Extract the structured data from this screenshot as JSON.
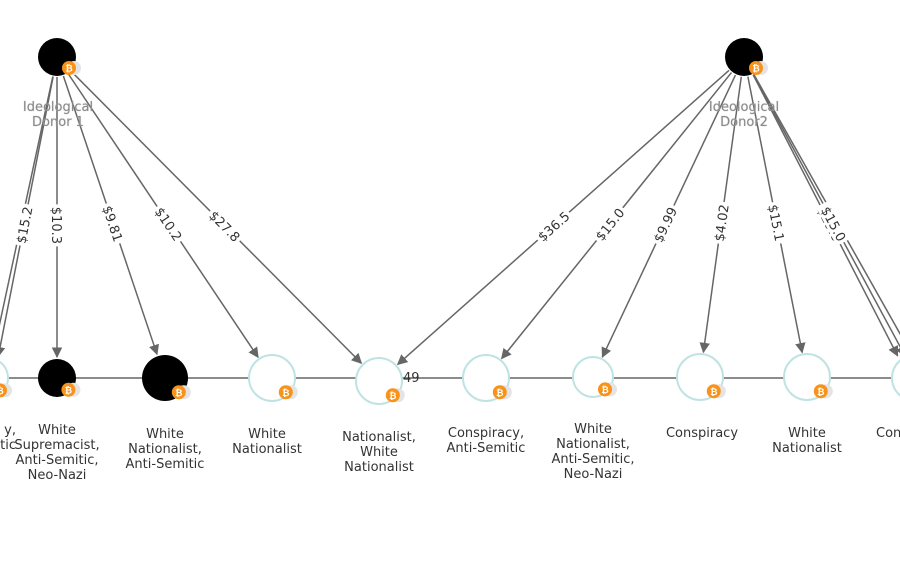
{
  "donors": [
    {
      "id": "donor1",
      "label": "Ideological\nDonor 1"
    },
    {
      "id": "donor2",
      "label": "Ideological\nDonor2"
    }
  ],
  "recipients": [
    {
      "id": "r0",
      "label": "y,\ntic",
      "style": "hollow"
    },
    {
      "id": "r1",
      "label": "White\nSupremacist,\nAnti-Semitic,\nNeo-Nazi",
      "style": "filled"
    },
    {
      "id": "r2",
      "label": "White\nNationalist,\nAnti-Semitic",
      "style": "filled"
    },
    {
      "id": "r3",
      "label": "White\nNationalist",
      "style": "hollow"
    },
    {
      "id": "r4",
      "label": "Nationalist,\nWhite\nNationalist",
      "style": "hollow"
    },
    {
      "id": "r5",
      "label": "Conspiracy,\nAnti-Semitic",
      "style": "hollow"
    },
    {
      "id": "r6",
      "label": "White\nNationalist,\nAnti-Semitic,\nNeo-Nazi",
      "style": "hollow"
    },
    {
      "id": "r7",
      "label": "Conspiracy",
      "style": "hollow"
    },
    {
      "id": "r8",
      "label": "White\nNationalist",
      "style": "hollow"
    },
    {
      "id": "r9",
      "label": "Con",
      "style": "hollow"
    }
  ],
  "donations": [
    {
      "from": "donor1",
      "to": "r0",
      "amount": ""
    },
    {
      "from": "donor1",
      "to": "r0",
      "amount": "$15.2"
    },
    {
      "from": "donor1",
      "to": "r1",
      "amount": "$10.3"
    },
    {
      "from": "donor1",
      "to": "r2",
      "amount": "$9.81"
    },
    {
      "from": "donor1",
      "to": "r3",
      "amount": "$10.2"
    },
    {
      "from": "donor1",
      "to": "r4",
      "amount": "$27.8"
    },
    {
      "from": "donor2",
      "to": "r4",
      "amount": "$36.5"
    },
    {
      "from": "donor2",
      "to": "r5",
      "amount": "$15.0"
    },
    {
      "from": "donor2",
      "to": "r6",
      "amount": "$9.99"
    },
    {
      "from": "donor2",
      "to": "r7",
      "amount": "$4.02"
    },
    {
      "from": "donor2",
      "to": "r8",
      "amount": "$15.1"
    },
    {
      "from": "donor2",
      "to": "r9",
      "amount": "$29.8"
    },
    {
      "from": "donor2",
      "to": "r9",
      "amount": "$15.0"
    },
    {
      "from": "donor2",
      "to": "r9",
      "amount": ""
    }
  ],
  "chain_label": "49",
  "badge_symbol": "₿",
  "colors": {
    "edge": "#666666",
    "filled_node": "#000000",
    "hollow_stroke": "#bfe3e3",
    "badge": "#f7931a",
    "text": "#333333",
    "donor_text": "#8a8a8a"
  }
}
